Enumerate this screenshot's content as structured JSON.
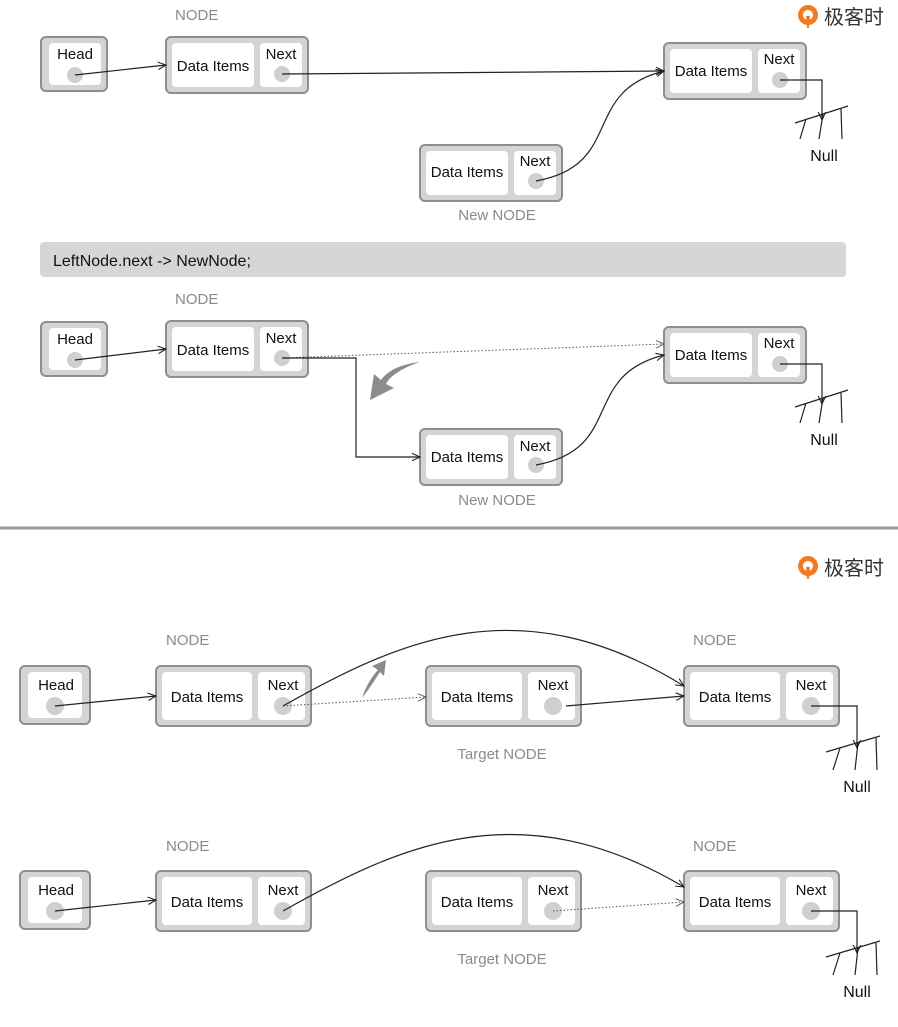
{
  "colors": {
    "node_fill": "#d4d4d4",
    "node_stroke": "#8e8e8e",
    "caption_gray": "#8a8a8a",
    "code_bar": "#d6d6d6",
    "logo_orange": "#f07b20",
    "hint_arrow": "#8c8c8c"
  },
  "logo": {
    "text": "极客时",
    "icon": "geek-logo-icon"
  },
  "labels": {
    "head": "Head",
    "data": "Data Items",
    "next": "Next",
    "null": "Null",
    "node": "NODE",
    "new_node": "New NODE",
    "target_node": "Target NODE"
  },
  "code": {
    "text": "LeftNode.next  ->  NewNode;"
  },
  "panels": [
    {
      "id": "insert-before",
      "caption_top": "NODE",
      "caption_new": "New NODE"
    },
    {
      "id": "insert-after",
      "caption_top": "NODE",
      "caption_new": "New NODE",
      "hint": "curved-arrow-icon"
    },
    {
      "id": "delete-before",
      "caption_left": "NODE",
      "caption_right": "NODE",
      "caption_target": "Target NODE",
      "hint": "curved-arrow-icon"
    },
    {
      "id": "delete-after",
      "caption_left": "NODE",
      "caption_right": "NODE",
      "caption_target": "Target NODE"
    }
  ]
}
